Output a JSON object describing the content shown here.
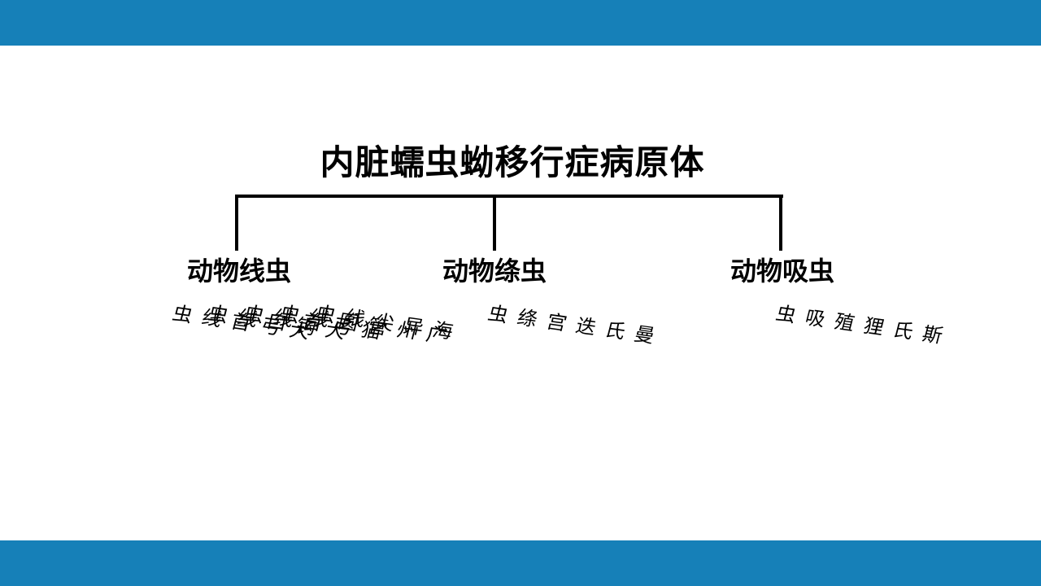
{
  "title": "内脏蠕虫蚴移行症病原体",
  "colors": {
    "band": "#1680b8",
    "text": "#000000",
    "connector": "#000000"
  },
  "categories": [
    {
      "label": "动物线虫",
      "species": [
        "犬弓首线虫",
        "犬钩口线虫",
        "猫弓首线虫",
        "广州管圆线虫",
        "海异尖线虫"
      ]
    },
    {
      "label": "动物绦虫",
      "species": [
        "曼氏迭宫绦虫"
      ]
    },
    {
      "label": "动物吸虫",
      "species": [
        "斯氏狸殖吸虫"
      ]
    }
  ]
}
